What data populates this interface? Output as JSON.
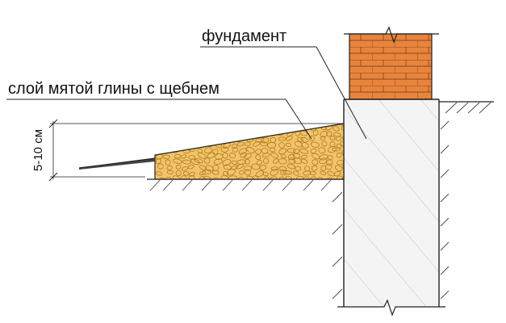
{
  "labels": {
    "foundation": "фундамент",
    "clay_layer": "слой мятой глины с щебнем",
    "thickness": "5-10 см"
  },
  "colors": {
    "brick": "#E8843C",
    "brick_mortar": "#8a4a1c",
    "fill_layer": "#F2C46A",
    "stone_outline": "#b07a20",
    "concrete": "#F4F4F4",
    "line": "#222222"
  }
}
